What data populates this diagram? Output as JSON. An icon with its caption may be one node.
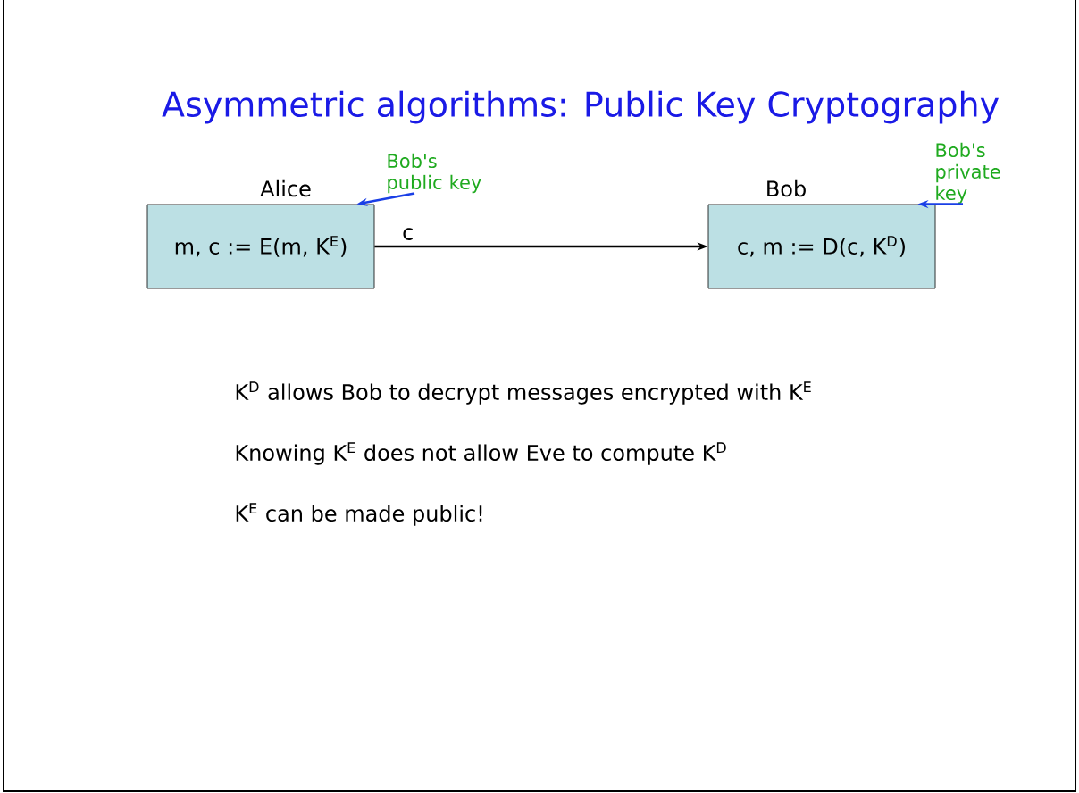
{
  "diagram": {
    "title": "Asymmetric algorithms: Public Key Cryptography",
    "nodes": [
      {
        "text": [
          "m, c := E(m, K$^{E}$)"
        ],
        "beside": [
          "Alice"
        ]
      },
      {
        "text": [
          "c, m := D(c, K$^{D}$)"
        ],
        "beside": [
          "Bob"
        ]
      },
      {
        "text": [
          "Bob's public key"
        ]
      },
      {
        "text": [
          "Bob's private key"
        ]
      }
    ],
    "edges": [
      {
        "from": 0,
        "to": 1,
        "arrow": "to",
        "label": "c",
        "color": "#000000"
      },
      {
        "from": 2,
        "to": 0,
        "arrow": "to"
      },
      {
        "from": 3,
        "to": 1,
        "arrow": "to"
      }
    ],
    "labels": [
      "K$^{D}$ allows Bob to decrypt messages encrypted with K$^{E}$",
      "Knowing K$^{E}$ does not allow Eve to compute K$^{D}$",
      "K$^{E}$ can be made public!"
    ]
  }
}
